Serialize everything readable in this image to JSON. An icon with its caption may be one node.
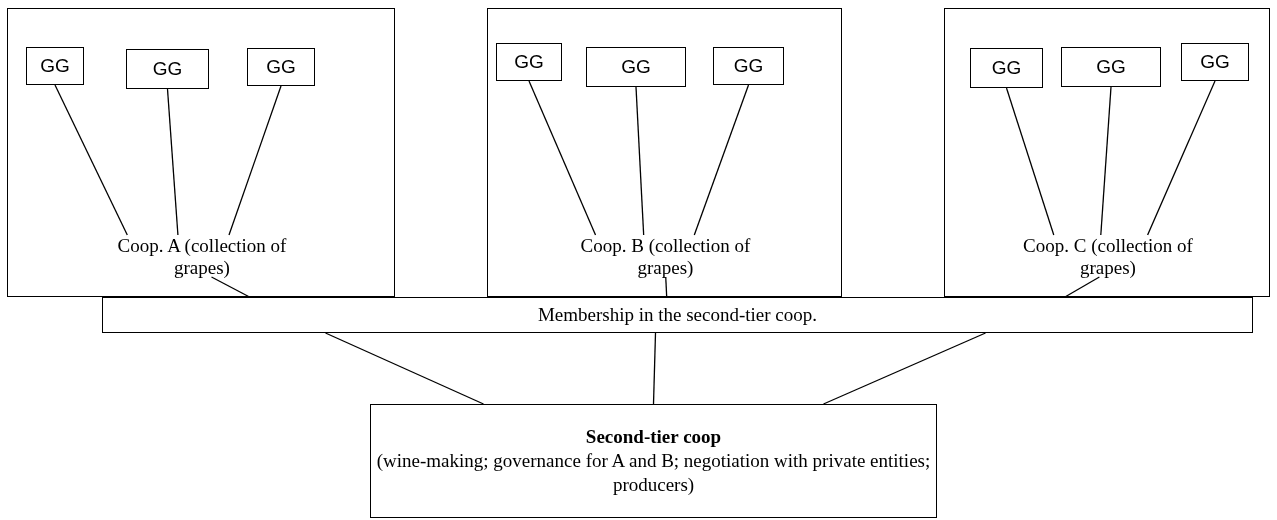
{
  "diagram": {
    "nodes": [
      {
        "text": [
          "Coop. A (collection of grapes)"
        ]
      },
      {
        "text": [
          "GG"
        ],
        "in": 0
      },
      {
        "text": [
          "GG"
        ],
        "in": 0
      },
      {
        "text": [
          "GG"
        ],
        "in": 0
      },
      {
        "text": [
          "Coop. B (collection of grapes)"
        ]
      },
      {
        "text": [
          "GG"
        ],
        "in": 4
      },
      {
        "text": [
          "GG"
        ],
        "in": 4
      },
      {
        "text": [
          "GG"
        ],
        "in": 4
      },
      {
        "text": [
          "Coop. C (collection of grapes)"
        ]
      },
      {
        "text": [
          "GG"
        ],
        "in": 8
      },
      {
        "text": [
          "GG"
        ],
        "in": 8
      },
      {
        "text": [
          "GG"
        ],
        "in": 8
      },
      {
        "text": [
          "Membership in the second-tier coop."
        ]
      },
      {
        "text": [
          "Second-tier coop",
          "(wine-making; governance for A and B; negotiation with private entities; producers)"
        ]
      }
    ],
    "edges": [
      {
        "from": 1,
        "to": 0,
        "arrow": "none"
      },
      {
        "from": 2,
        "to": 0,
        "arrow": "none"
      },
      {
        "from": 3,
        "to": 0,
        "arrow": "none"
      },
      {
        "from": 5,
        "to": 4,
        "arrow": "none"
      },
      {
        "from": 6,
        "to": 4,
        "arrow": "none"
      },
      {
        "from": 7,
        "to": 4,
        "arrow": "none"
      },
      {
        "from": 9,
        "to": 8,
        "arrow": "none"
      },
      {
        "from": 10,
        "to": 8,
        "arrow": "none"
      },
      {
        "from": 11,
        "to": 8,
        "arrow": "none"
      },
      {
        "from": 0,
        "to": 12,
        "arrow": "none"
      },
      {
        "from": 4,
        "to": 12,
        "arrow": "none"
      },
      {
        "from": 8,
        "to": 12,
        "arrow": "none"
      },
      {
        "from": 12,
        "to": 13,
        "arrow": "none"
      },
      {
        "from": 12,
        "to": 13,
        "arrow": "none"
      },
      {
        "from": 12,
        "to": 13,
        "arrow": "none"
      }
    ]
  }
}
